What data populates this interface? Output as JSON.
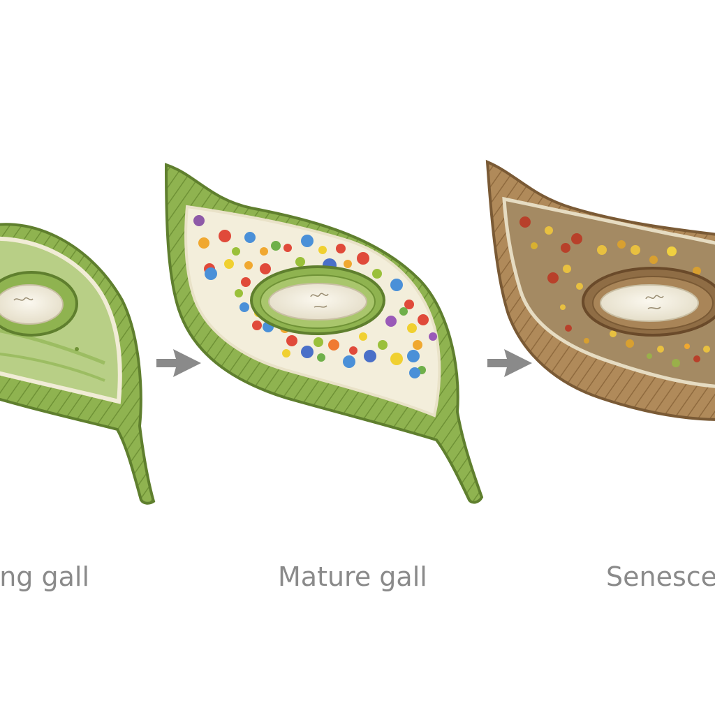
{
  "stages": [
    {
      "id": "young",
      "label": "ung gall"
    },
    {
      "id": "mature",
      "label": "Mature gall"
    },
    {
      "id": "senescent",
      "label": "Senescer"
    }
  ],
  "colors": {
    "background": "#ffffff",
    "leaf_green": "#8fb350",
    "leaf_green_dark": "#5f7f2e",
    "leaf_brown": "#b08a5a",
    "leaf_brown_dark": "#7a5a35",
    "tissue_cream": "#f3eedb",
    "chamber_cream": "#ede6d2",
    "arrow_gray": "#8a8a8a",
    "label_gray": "#8a8a8a"
  },
  "icons": {
    "arrow_1": "arrow-right-icon",
    "arrow_2": "arrow-right-icon"
  }
}
